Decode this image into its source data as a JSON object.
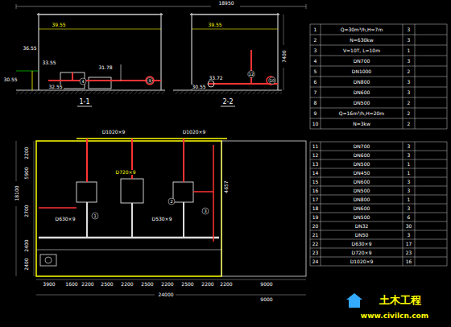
{
  "diagram": {
    "labels": [
      "18950",
      "39.55",
      "36.55",
      "33.55",
      "30.55",
      "32.55",
      "31.78",
      "1-1",
      "39.55",
      "7400",
      "33.72",
      "30.55",
      "2-2",
      "4",
      "9",
      "12",
      "10",
      "D1020×9",
      "D1020×9",
      "D720×9",
      "D630×9",
      "D530×9",
      "2200",
      "5900",
      "18100",
      "2700",
      "2400",
      "2400",
      "4657",
      "3900",
      "1600",
      "2200",
      "2500",
      "2200",
      "2500",
      "2200",
      "2500",
      "2200",
      "2200",
      "9000",
      "24000",
      "9000",
      "1",
      "2",
      "3",
      "土木工程",
      "www.civilcn.com",
      "1",
      "Q=30m³/h,H=7m",
      "3",
      "2",
      "N=630kw",
      "3",
      "3",
      "V=10T, L=10m",
      "1",
      "4",
      "DN700",
      "3",
      "5",
      "DN1000",
      "2",
      "6",
      "DN800",
      "3",
      "7",
      "DN600",
      "3",
      "8",
      "DN500",
      "2",
      "9",
      "Q=16m³/h,H=20m",
      "2",
      "10",
      "N=3kw",
      "2",
      "11",
      "DN700",
      "3",
      "12",
      "DN600",
      "3",
      "13",
      "DN500",
      "1",
      "14",
      "DN450",
      "1",
      "15",
      "DN600",
      "3",
      "16",
      "DN500",
      "3",
      "17",
      "DN800",
      "1",
      "18",
      "DN600",
      "3",
      "19",
      "DN500",
      "6",
      "20",
      "DN32",
      "30",
      "21",
      "DN50",
      "3",
      "22",
      "D630×9",
      "17",
      "23",
      "D720×9",
      "23",
      "24",
      "D1020×9",
      "16"
    ]
  }
}
